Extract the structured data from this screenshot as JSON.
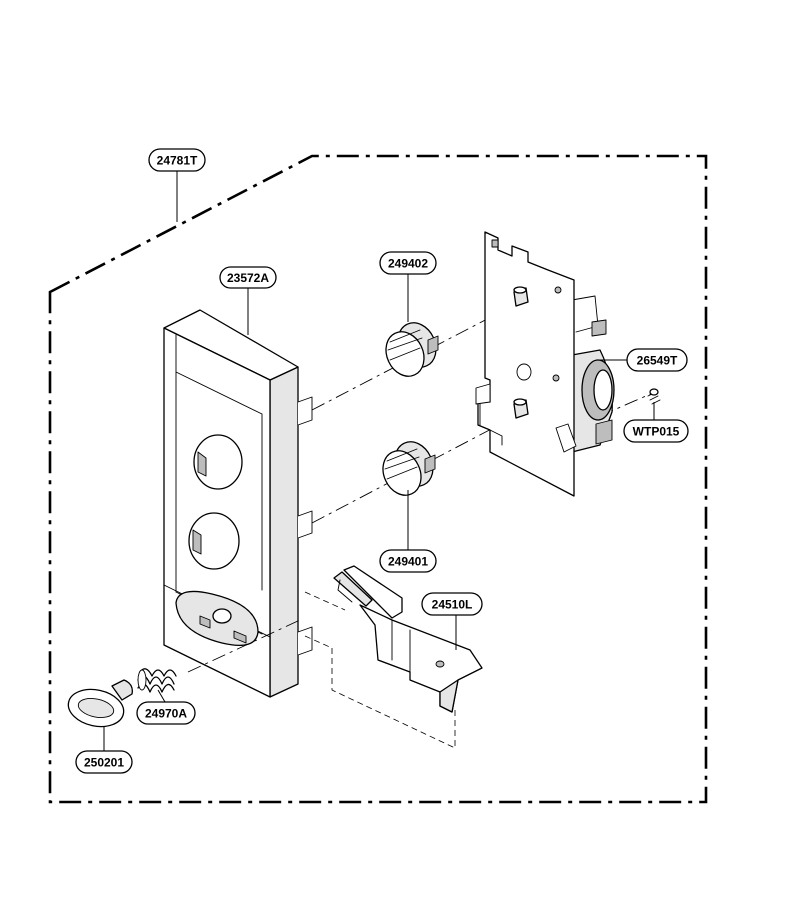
{
  "parts": [
    {
      "id": "boundary",
      "label": "24781T"
    },
    {
      "id": "control-panel",
      "label": "23572A"
    },
    {
      "id": "knob-upper",
      "label": "249402"
    },
    {
      "id": "knob-lower",
      "label": "249401"
    },
    {
      "id": "timer",
      "label": "26549T"
    },
    {
      "id": "screw",
      "label": "WTP015"
    },
    {
      "id": "latch-lever",
      "label": "24510L"
    },
    {
      "id": "spring",
      "label": "24970A"
    },
    {
      "id": "button",
      "label": "250201"
    }
  ]
}
